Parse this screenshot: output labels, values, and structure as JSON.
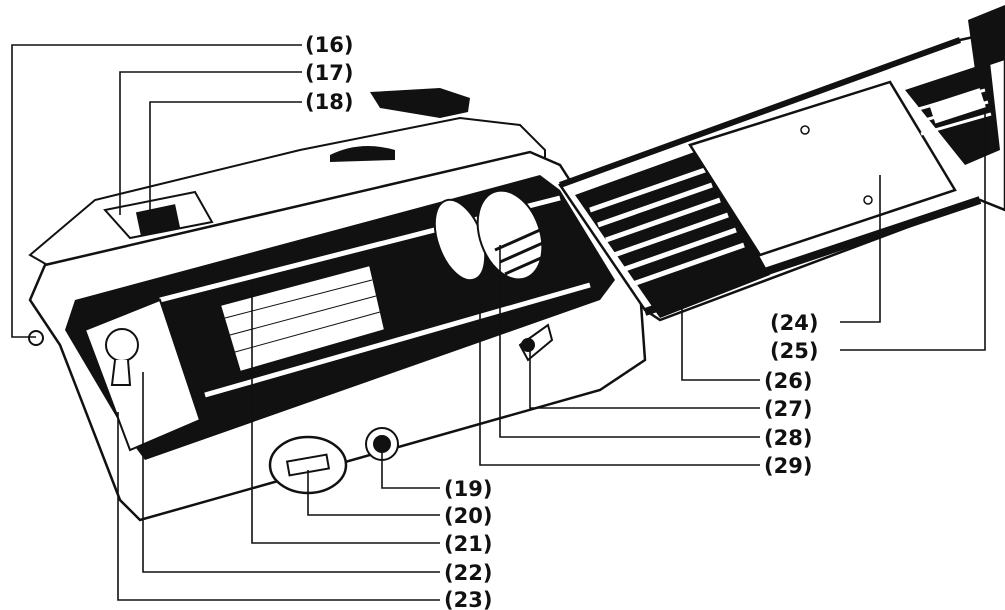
{
  "labels": {
    "l16": "(16)",
    "l17": "(17)",
    "l18": "(18)",
    "l19": "(19)",
    "l20": "(20)",
    "l21": "(21)",
    "l22": "(22)",
    "l23": "(23)",
    "l24": "(24)",
    "l25": "(25)",
    "l26": "(26)",
    "l27": "(27)",
    "l28": "(28)",
    "l29": "(29)"
  }
}
